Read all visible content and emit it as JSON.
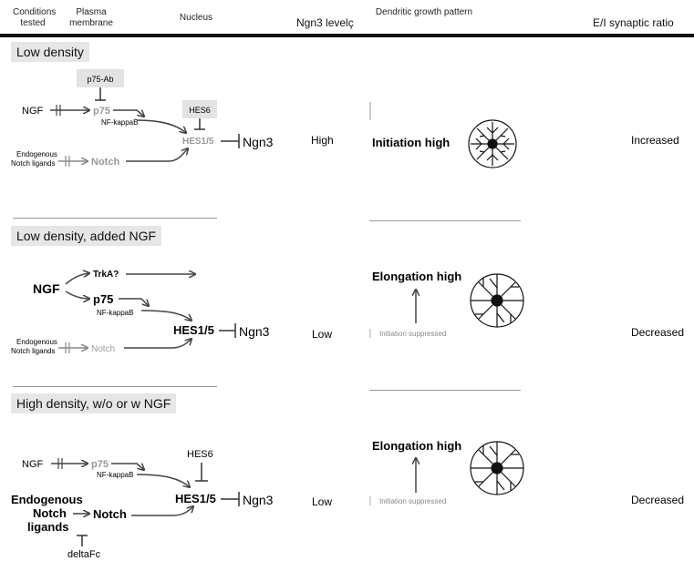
{
  "header": {
    "conditions": "Conditions tested",
    "plasma": "Plasma membrane",
    "nucleus": "Nucleus",
    "ngn3": "Ngn3 levelç",
    "dendritic": "Dendritic growth pattern",
    "ei": "E/I synaptic ratio"
  },
  "rows": [
    {
      "title": "Low density",
      "level": "High",
      "pattern": "Initiation high",
      "ratio": "Increased",
      "labels": {
        "p75ab": "p75-Ab",
        "ngf": "NGF",
        "p75": "p75",
        "nfkb": "NF-kappaB",
        "hes6": "HES6",
        "hes15": "HES1/5",
        "ngn3": "Ngn3",
        "endog1": "Endogenous",
        "endog2": "Notch ligands",
        "notch": "Notch"
      }
    },
    {
      "title": "Low density, added NGF",
      "level": "Low",
      "pattern": "Elongation high",
      "suppressed": "Initiation suppressed",
      "ratio": "Decreased",
      "labels": {
        "ngf": "NGF",
        "trka": "TrkA?",
        "p75": "p75",
        "nfkb": "NF-kappaB",
        "hes15": "HES1/5",
        "ngn3": "Ngn3",
        "endog1": "Endogenous",
        "endog2": "Notch ligands",
        "notch": "Notch"
      }
    },
    {
      "title": "High density, w/o or w NGF",
      "level": "Low",
      "pattern": "Elongation high",
      "suppressed": "Initiation suppressed",
      "ratio": "Decreased",
      "labels": {
        "ngf": "NGF",
        "p75": "p75",
        "nfkb": "NF-kappaB",
        "hes6": "HES6",
        "hes15": "HES1/5",
        "ngn3": "Ngn3",
        "endog1": "Endogenous",
        "endog2": "Notch",
        "endog3": "ligands",
        "notch": "Notch",
        "deltafc": "deltaFc"
      }
    }
  ]
}
